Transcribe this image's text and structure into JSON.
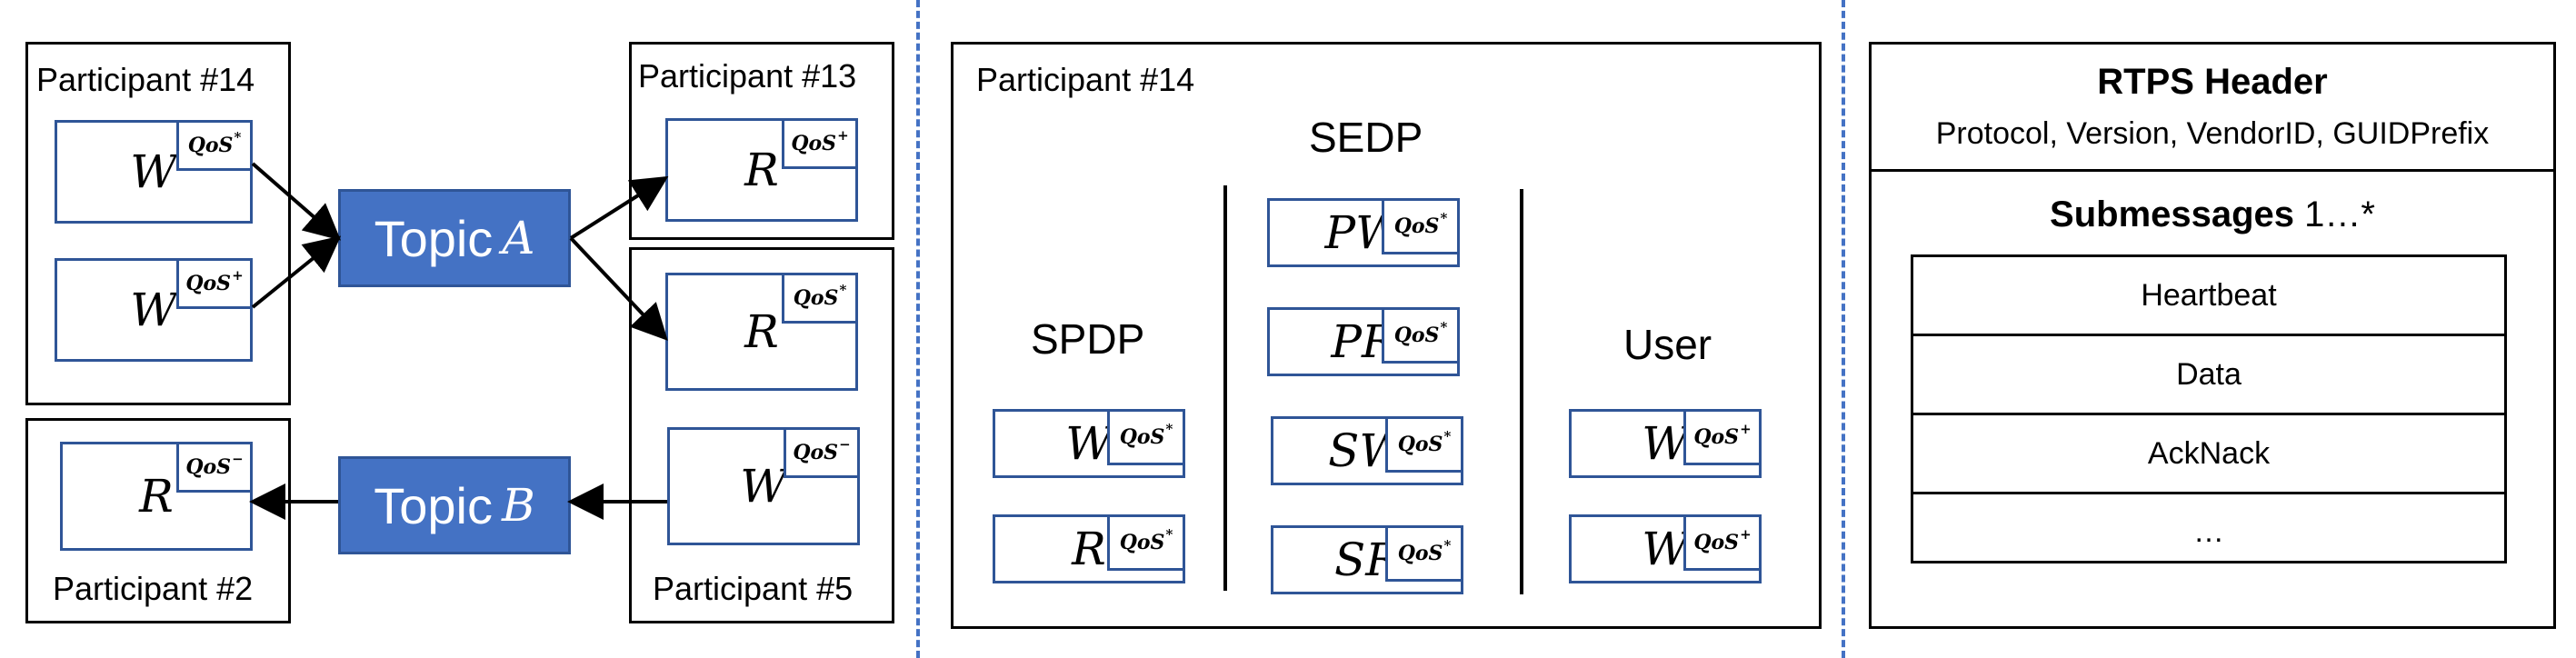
{
  "panel1": {
    "p14": {
      "title": "Participant #14",
      "w1": {
        "label": "W",
        "qos": "QoS",
        "sup": "*"
      },
      "w2": {
        "label": "W",
        "qos": "QoS",
        "sup": "+"
      }
    },
    "p13": {
      "title": "Participant #13",
      "r": {
        "label": "R",
        "qos": "QoS",
        "sup": "+"
      }
    },
    "p5": {
      "title": "Participant #5",
      "r": {
        "label": "R",
        "qos": "QoS",
        "sup": "*"
      },
      "w": {
        "label": "W",
        "qos": "QoS",
        "sup": "−"
      }
    },
    "p2": {
      "title": "Participant #2",
      "r": {
        "label": "R",
        "qos": "QoS",
        "sup": "−"
      }
    },
    "topicA": {
      "prefix": "Topic",
      "var": "A"
    },
    "topicB": {
      "prefix": "Topic",
      "var": "B"
    }
  },
  "panel2": {
    "title": "Participant #14",
    "spdp": {
      "label": "SPDP",
      "items": [
        {
          "label": "W",
          "qos": "QoS",
          "sup": "*"
        },
        {
          "label": "R",
          "qos": "QoS",
          "sup": "*"
        }
      ]
    },
    "sedp": {
      "label": "SEDP",
      "items": [
        {
          "label": "PW",
          "qos": "QoS",
          "sup": "*"
        },
        {
          "label": "PR",
          "qos": "QoS",
          "sup": "*"
        },
        {
          "label": "SW",
          "qos": "QoS",
          "sup": "*"
        },
        {
          "label": "SR",
          "qos": "QoS",
          "sup": "*"
        }
      ]
    },
    "user": {
      "label": "User",
      "items": [
        {
          "label": "W",
          "qos": "QoS",
          "sup": "+"
        },
        {
          "label": "W",
          "qos": "QoS",
          "sup": "+"
        }
      ]
    }
  },
  "panel3": {
    "header_title": "RTPS Header",
    "header_fields": "Protocol, Version, VendorID, GUIDPrefix",
    "submessages_title": "Submessages",
    "submessages_range": "1…*",
    "rows": [
      "Heartbeat",
      "Data",
      "AckNack",
      "…"
    ]
  },
  "colors": {
    "entity_border": "#2F5597",
    "topic_fill": "#4472C4",
    "divider": "#4472C4"
  }
}
